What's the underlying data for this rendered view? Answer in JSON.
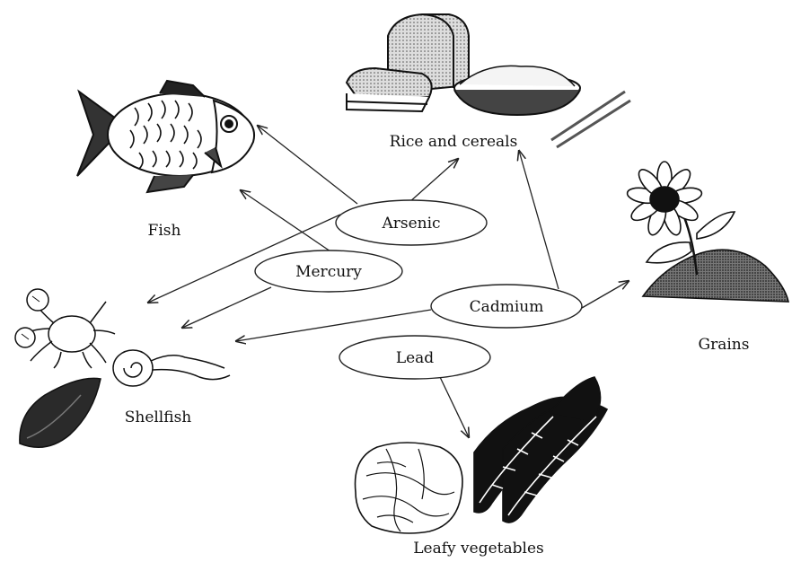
{
  "diagram": {
    "metals": {
      "arsenic": "Arsenic",
      "mercury": "Mercury",
      "cadmium": "Cadmium",
      "lead": "Lead"
    },
    "foods": {
      "fish": "Fish",
      "rice": "Rice and cereals",
      "grains": "Grains",
      "shellfish": "Shellfish",
      "leafy": "Leafy vegetables"
    },
    "links": [
      {
        "from": "Arsenic",
        "to": "Fish"
      },
      {
        "from": "Arsenic",
        "to": "Rice and cereals"
      },
      {
        "from": "Arsenic",
        "to": "Shellfish"
      },
      {
        "from": "Mercury",
        "to": "Fish"
      },
      {
        "from": "Mercury",
        "to": "Shellfish"
      },
      {
        "from": "Cadmium",
        "to": "Rice and cereals"
      },
      {
        "from": "Cadmium",
        "to": "Grains"
      },
      {
        "from": "Cadmium",
        "to": "Shellfish"
      },
      {
        "from": "Lead",
        "to": "Leafy vegetables"
      }
    ]
  }
}
